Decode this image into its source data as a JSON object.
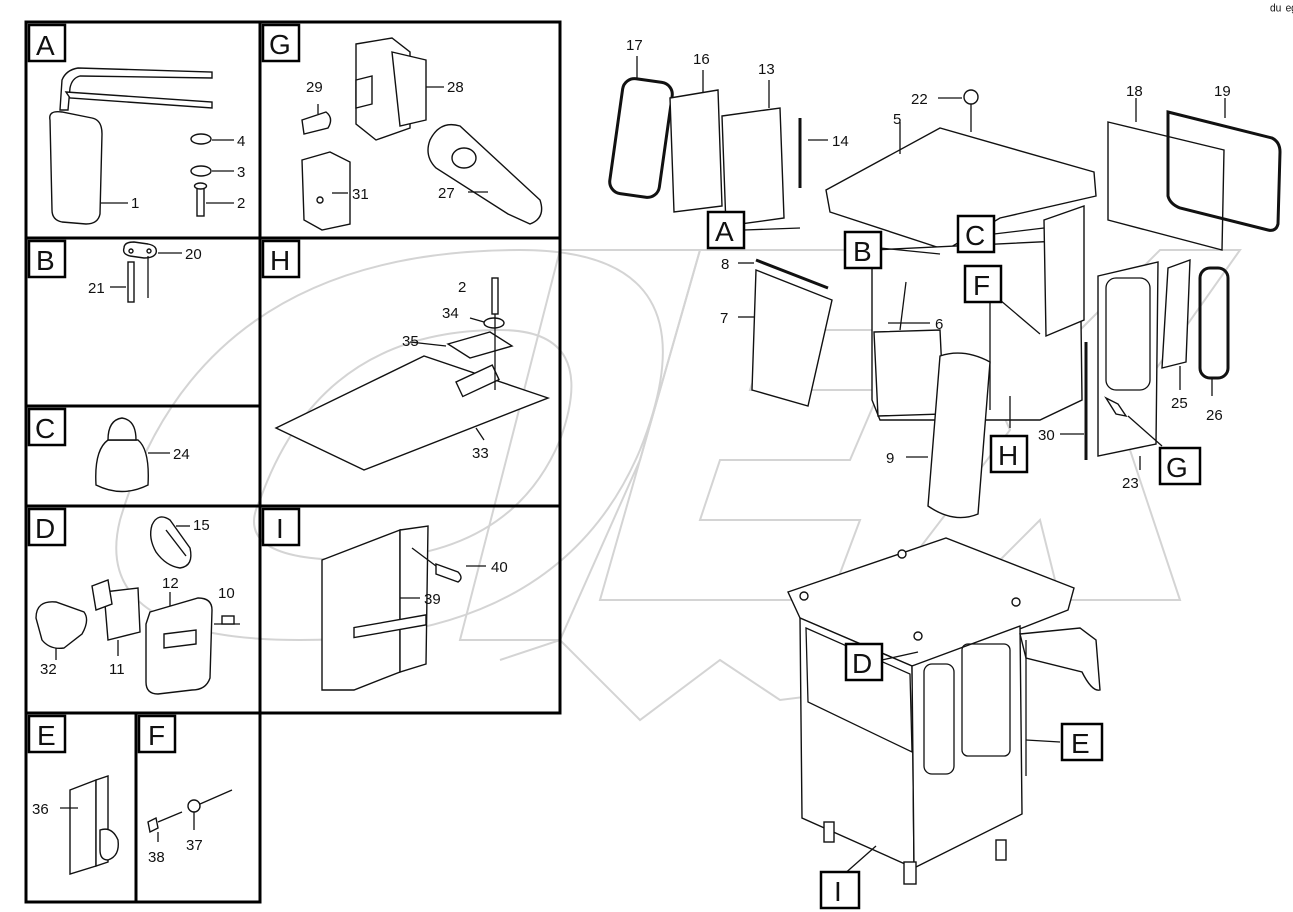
{
  "corner_mark": "ᵈᵘ ᵉᵍ",
  "panels": [
    {
      "id": "A",
      "label": "A",
      "parts": [
        "1",
        "2",
        "3",
        "4"
      ]
    },
    {
      "id": "B",
      "label": "B",
      "parts": [
        "20",
        "21"
      ]
    },
    {
      "id": "C",
      "label": "C",
      "parts": [
        "24"
      ]
    },
    {
      "id": "D",
      "label": "D",
      "parts": [
        "15",
        "12",
        "10",
        "32",
        "11"
      ]
    },
    {
      "id": "E",
      "label": "E",
      "parts": [
        "36"
      ]
    },
    {
      "id": "F",
      "label": "F",
      "parts": [
        "38",
        "37"
      ]
    },
    {
      "id": "G",
      "label": "G",
      "parts": [
        "29",
        "28",
        "31",
        "27"
      ]
    },
    {
      "id": "H",
      "label": "H",
      "parts": [
        "2",
        "34",
        "35",
        "33"
      ]
    },
    {
      "id": "I",
      "label": "I",
      "parts": [
        "40",
        "39"
      ]
    }
  ],
  "main_parts": [
    "17",
    "16",
    "13",
    "14",
    "22",
    "5",
    "18",
    "19",
    "8",
    "7",
    "6",
    "9",
    "30",
    "23",
    "25",
    "26"
  ],
  "main_callouts": [
    "A",
    "B",
    "C",
    "F",
    "H",
    "G",
    "D",
    "E",
    "I"
  ]
}
